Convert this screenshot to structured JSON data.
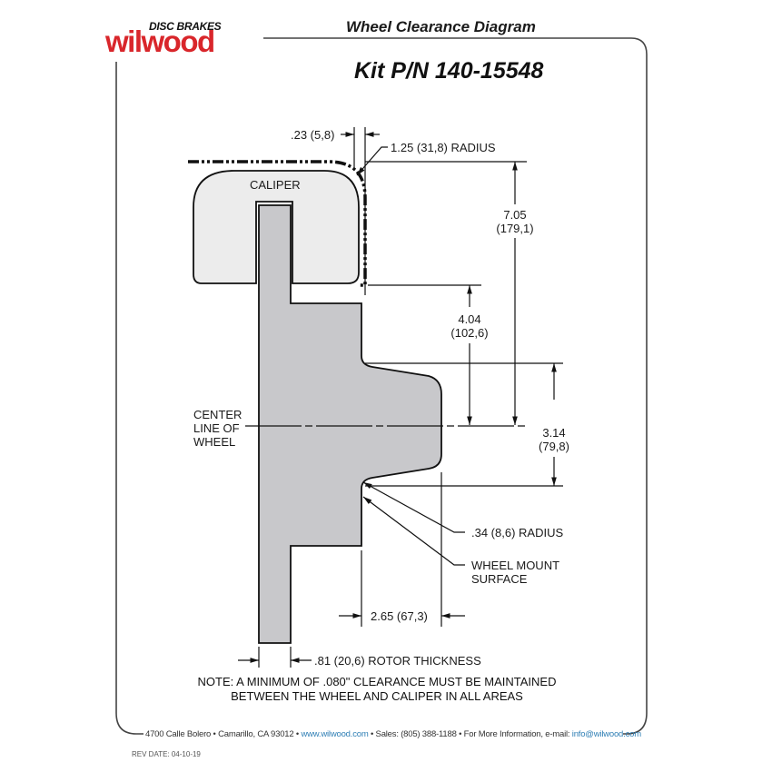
{
  "brand": {
    "logo_tagline": "DISC BRAKES",
    "logo_name": "wilwood",
    "brand_color": "#d9262b"
  },
  "header": {
    "title": "Wheel Clearance Diagram",
    "kit_label": "Kit P/N 140-15548"
  },
  "diagram": {
    "caliper_label": "CALIPER",
    "centerline_label": [
      "CENTER",
      "LINE OF",
      "WHEEL"
    ],
    "dimensions": {
      "offset_top": ".23 (5,8)",
      "corner_radius": "1.25 (31,8) RADIUS",
      "overall_height": {
        "inch": "7.05",
        "mm": "(179,1)"
      },
      "caliper_to_center": {
        "inch": "4.04",
        "mm": "(102,6)"
      },
      "hub_height": {
        "inch": "3.14",
        "mm": "(79,8)"
      },
      "fillet_radius": ".34 (8,6) RADIUS",
      "mount_surface": [
        "WHEEL MOUNT",
        "SURFACE"
      ],
      "mount_offset": "2.65 (67,3)",
      "rotor_thickness": ".81 (20,6) ROTOR THICKNESS"
    },
    "colors": {
      "part_fill": "#c8c8cb",
      "caliper_fill": "#ececec",
      "line": "#111111"
    }
  },
  "note": {
    "line1": "NOTE: A MINIMUM OF .080\" CLEARANCE MUST BE MAINTAINED",
    "line2": "BETWEEN THE WHEEL AND CALIPER IN ALL AREAS"
  },
  "footer": {
    "address": "4700 Calle Bolero • Camarillo, CA 93012 • ",
    "website": "www.wilwood.com",
    "sales": " • Sales: (805) 388-1188 • For More Information, e-mail: ",
    "email": "info@wilwood.com",
    "rev_date": "REV DATE:  04-10-19"
  }
}
